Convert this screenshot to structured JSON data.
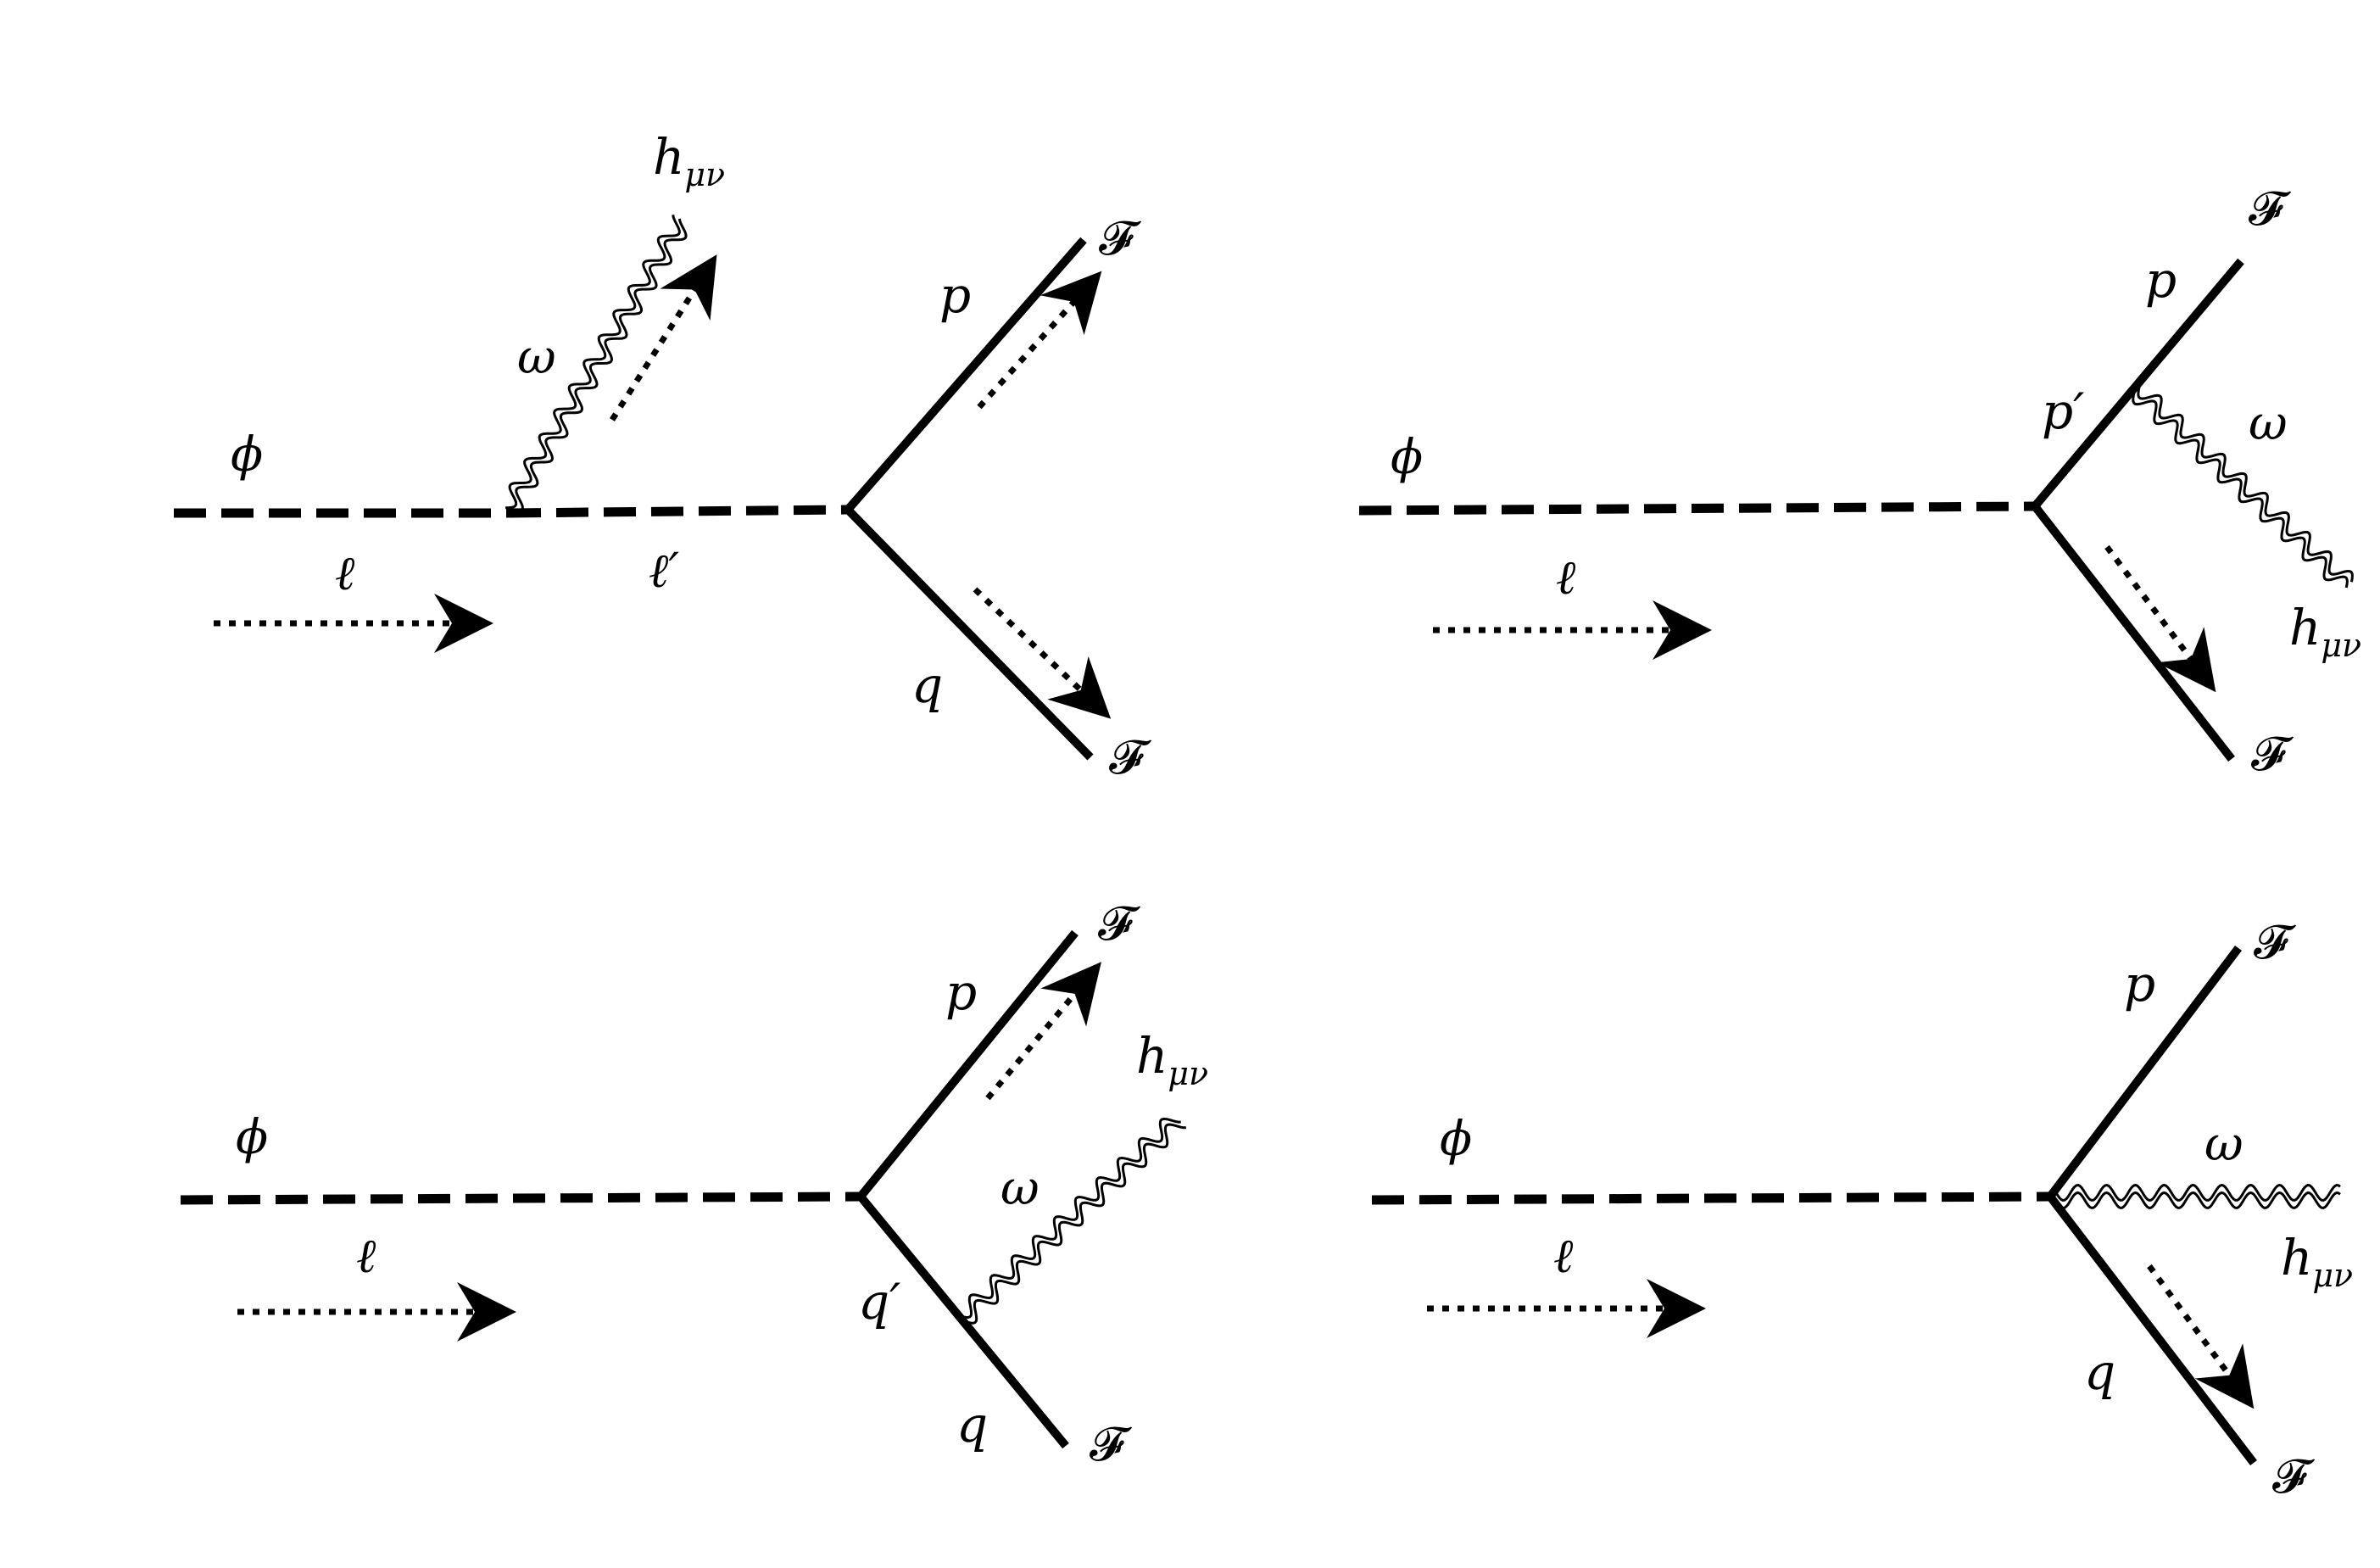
{
  "colors": {
    "line": "#000000",
    "background": "#ffffff"
  },
  "diagrams": [
    {
      "id": "top-left",
      "labels": {
        "scalar": "ϕ",
        "ell": "ℓ",
        "ell_prime": "ℓ′",
        "omega": "ω",
        "graviton_base": "h",
        "graviton_sub": "μν",
        "p": "p",
        "q": "q",
        "fermion_top": "𝓕",
        "fermion_bottom": "𝓕"
      }
    },
    {
      "id": "top-right",
      "labels": {
        "scalar": "ϕ",
        "ell": "ℓ",
        "p": "p",
        "p_prime": "p′",
        "omega": "ω",
        "graviton_base": "h",
        "graviton_sub": "μν",
        "fermion_top": "𝓕",
        "fermion_bottom": "𝓕"
      }
    },
    {
      "id": "bottom-left",
      "labels": {
        "scalar": "ϕ",
        "ell": "ℓ",
        "p": "p",
        "omega": "ω",
        "graviton_base": "h",
        "graviton_sub": "μν",
        "q_prime": "q′",
        "q": "q",
        "fermion_top": "𝓕",
        "fermion_bottom": "𝓕"
      }
    },
    {
      "id": "bottom-right",
      "labels": {
        "scalar": "ϕ",
        "ell": "ℓ",
        "p": "p",
        "omega": "ω",
        "graviton_base": "h",
        "graviton_sub": "μν",
        "q": "q",
        "fermion_top": "𝓕",
        "fermion_bottom": "𝓕"
      }
    }
  ]
}
